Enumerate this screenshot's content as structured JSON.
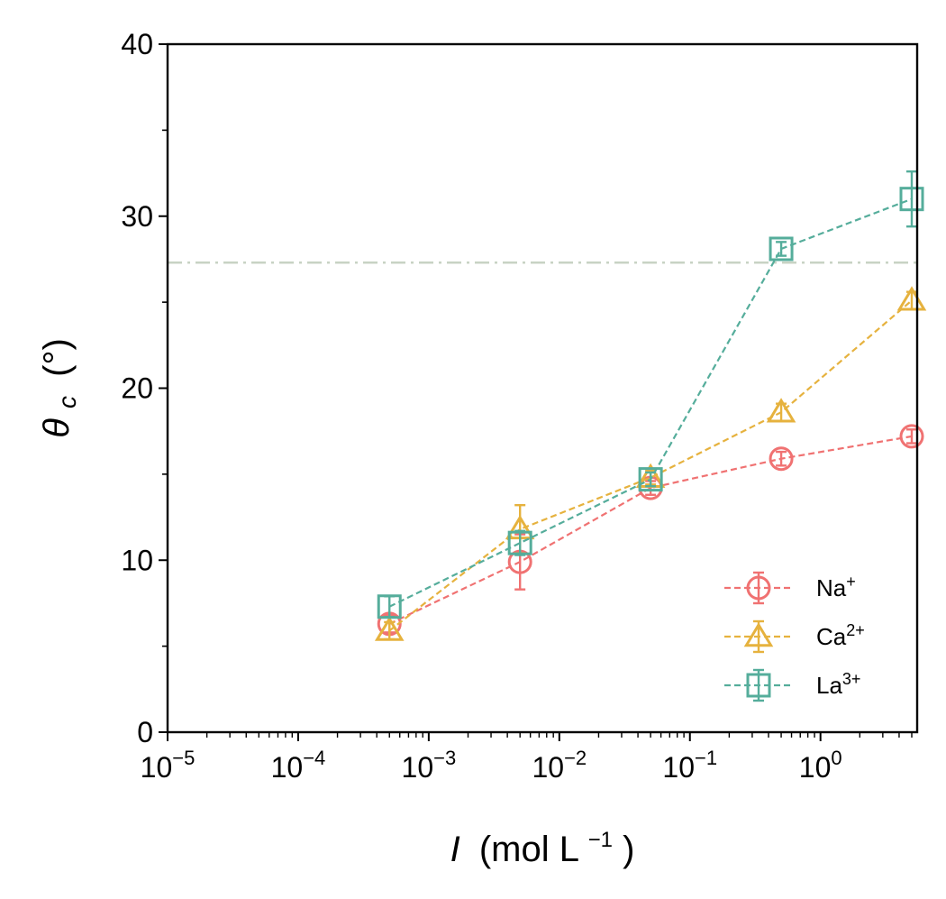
{
  "chart_data": {
    "type": "scatter",
    "xlabel": {
      "symbol": "I",
      "unit": "(mol L",
      "unit_exp": "−1",
      "unit_close": ")"
    },
    "ylabel": {
      "symbol": "θ",
      "subscript": "c",
      "unit": "(°)"
    },
    "xscale": "log",
    "xlim": [
      1e-05,
      5.5
    ],
    "ylim": [
      0,
      40
    ],
    "x_ticks": [
      {
        "value": 1e-05,
        "base": "10",
        "exp": "−5"
      },
      {
        "value": 0.0001,
        "base": "10",
        "exp": "−4"
      },
      {
        "value": 0.001,
        "base": "10",
        "exp": "−3"
      },
      {
        "value": 0.01,
        "base": "10",
        "exp": "−2"
      },
      {
        "value": 0.1,
        "base": "10",
        "exp": "−1"
      },
      {
        "value": 1,
        "base": "10",
        "exp": "0"
      }
    ],
    "y_ticks": [
      0,
      10,
      20,
      30,
      40
    ],
    "y_minor_ticks": [
      5,
      15,
      25,
      35
    ],
    "reference_line": {
      "y": 27.3,
      "style": "dash-dot",
      "color": "#c8d3c4"
    },
    "legend_position": "lower-right",
    "grid": false,
    "series": [
      {
        "name": "Na",
        "name_sup": "+",
        "marker": "circle",
        "color": "#f07272",
        "x": [
          0.0005,
          0.005,
          0.05,
          0.5,
          5.0
        ],
        "y": [
          6.3,
          9.9,
          14.2,
          15.9,
          17.2
        ],
        "err": [
          0.5,
          1.6,
          0.4,
          0.4,
          0.4
        ]
      },
      {
        "name": "Ca",
        "name_sup": "2+",
        "marker": "triangle",
        "color": "#e6b23e",
        "x": [
          0.0005,
          0.005,
          0.05,
          0.5,
          5.0
        ],
        "y": [
          5.9,
          11.8,
          14.8,
          18.6,
          25.1
        ],
        "err": [
          0.5,
          1.4,
          0.4,
          0.5,
          0.5
        ]
      },
      {
        "name": "La",
        "name_sup": "3+",
        "marker": "square",
        "color": "#55ad9b",
        "x": [
          0.0005,
          0.005,
          0.05,
          0.5,
          5.0
        ],
        "y": [
          7.3,
          11.0,
          14.7,
          28.1,
          31.0
        ],
        "err": [
          0.6,
          0.7,
          0.4,
          0.4,
          1.6
        ]
      }
    ]
  }
}
